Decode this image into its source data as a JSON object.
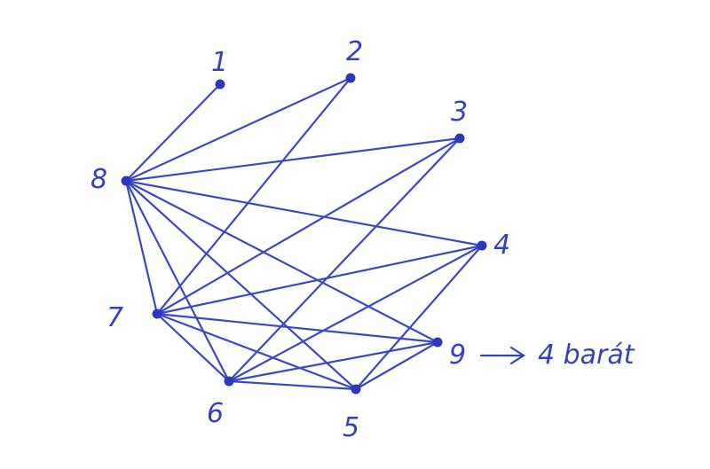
{
  "graph": {
    "nodes": [
      {
        "id": "1",
        "label": "1"
      },
      {
        "id": "2",
        "label": "2"
      },
      {
        "id": "3",
        "label": "3"
      },
      {
        "id": "4",
        "label": "4"
      },
      {
        "id": "5",
        "label": "5"
      },
      {
        "id": "6",
        "label": "6"
      },
      {
        "id": "7",
        "label": "7"
      },
      {
        "id": "8",
        "label": "8"
      },
      {
        "id": "9",
        "label": "9"
      }
    ],
    "edges": [
      [
        "8",
        "1"
      ],
      [
        "8",
        "2"
      ],
      [
        "8",
        "3"
      ],
      [
        "8",
        "4"
      ],
      [
        "8",
        "9"
      ],
      [
        "8",
        "5"
      ],
      [
        "8",
        "6"
      ],
      [
        "8",
        "7"
      ],
      [
        "7",
        "2"
      ],
      [
        "7",
        "3"
      ],
      [
        "7",
        "4"
      ],
      [
        "7",
        "9"
      ],
      [
        "7",
        "5"
      ],
      [
        "7",
        "6"
      ],
      [
        "6",
        "3"
      ],
      [
        "6",
        "4"
      ],
      [
        "6",
        "9"
      ],
      [
        "6",
        "5"
      ],
      [
        "5",
        "4"
      ],
      [
        "5",
        "9"
      ]
    ],
    "annotation": {
      "text": "4 barát",
      "points_from": "9"
    },
    "ink_color": "#3340c0"
  }
}
